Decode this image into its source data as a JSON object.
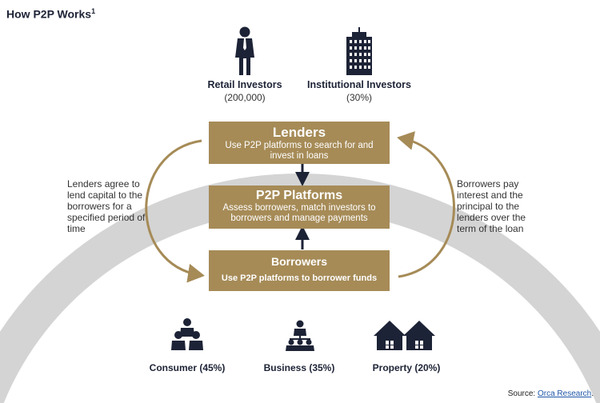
{
  "title": "How P2P Works",
  "title_sup": "1",
  "investors": [
    {
      "label": "Retail Investors",
      "value": "(200,000)",
      "icon": "person-icon"
    },
    {
      "label": "Institutional Investors",
      "value": "(30%)",
      "icon": "building-icon"
    }
  ],
  "boxes": {
    "lenders": {
      "title": "Lenders",
      "desc": "Use P2P platforms to search for and invest in loans"
    },
    "platforms": {
      "title": "P2P Platforms",
      "desc": "Assess borrowers, match investors to borrowers and manage payments"
    },
    "borrowers": {
      "title": "Borrowers",
      "desc": "Use P2P platforms to borrower funds"
    }
  },
  "left_note": "Lenders agree to lend capital to the borrowers for a specified period of time",
  "right_note": "Borrowers pay interest and the principal to the lenders over the term of the loan",
  "categories": [
    {
      "label": "Consumer (45%)",
      "icon": "group-icon"
    },
    {
      "label": "Business (35%)",
      "icon": "org-chart-icon"
    },
    {
      "label": "Property (20%)",
      "icon": "houses-icon"
    }
  ],
  "source": {
    "prefix": "Source: ",
    "link": "Orca Research",
    "suffix": "."
  },
  "colors": {
    "gold": "#a68b57",
    "navy": "#1d2336",
    "arc_gray": "#d4d4d4"
  }
}
